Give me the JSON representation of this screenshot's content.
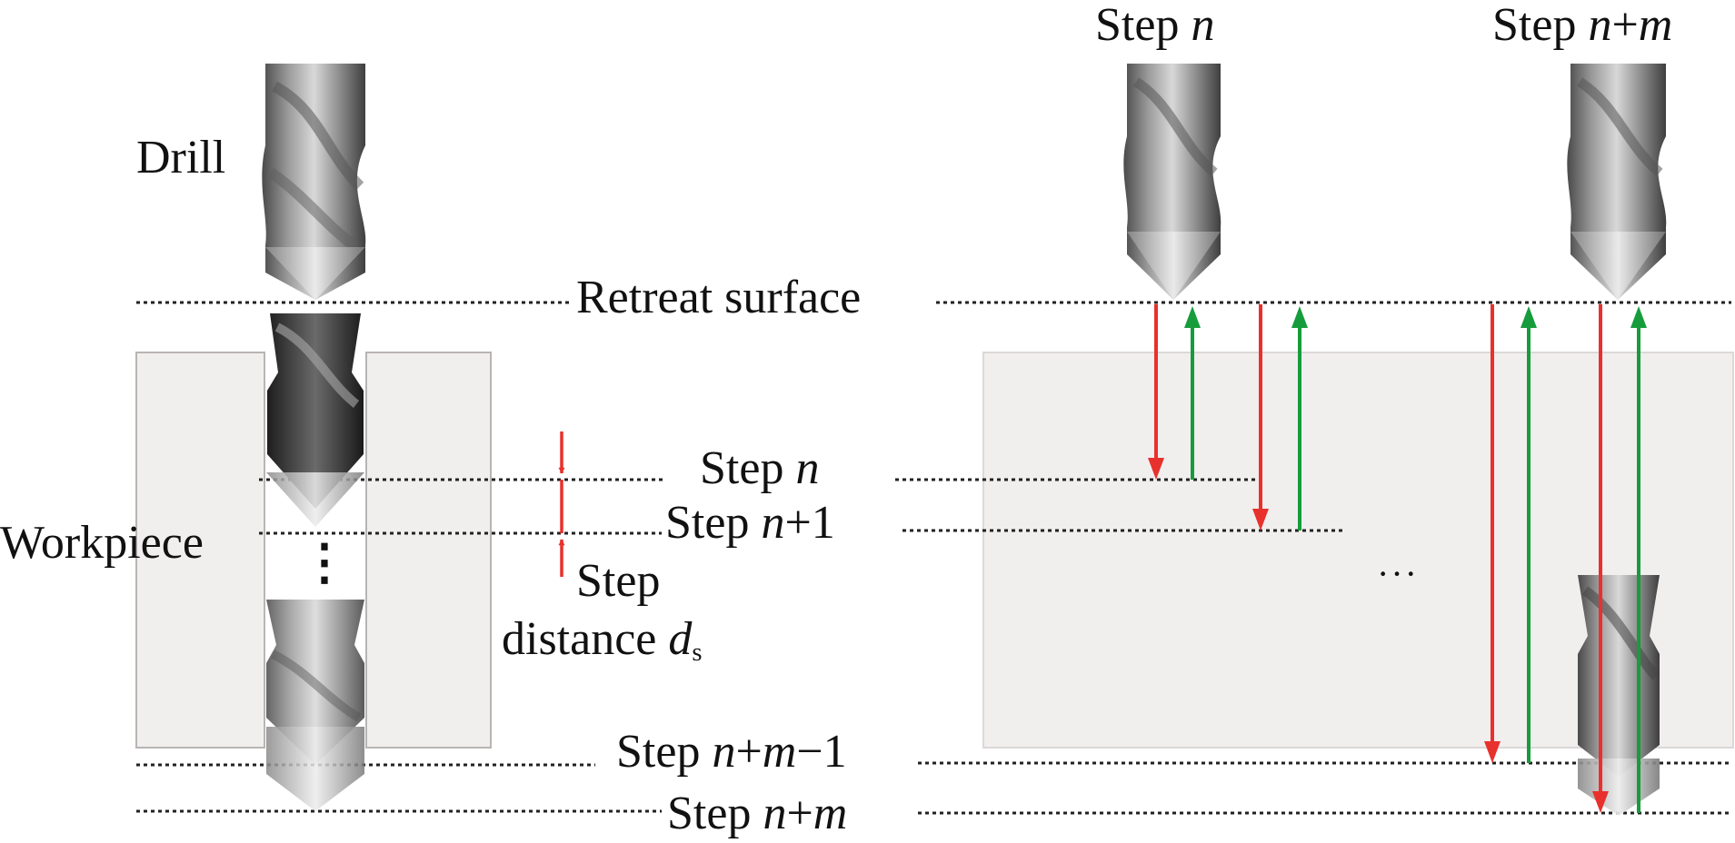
{
  "labels": {
    "drill": "Drill",
    "workpiece": "Workpiece",
    "retreat_surface": "Retreat surface",
    "step_word": "Step",
    "distance_word": "distance",
    "dots_vertical": "⋮",
    "dots_horizontal": "···",
    "var_n": "n",
    "var_m": "m",
    "var_d": "d",
    "sub_s": "s",
    "plus": "+",
    "minus": "−",
    "one": "1"
  },
  "colors": {
    "drill_dark": "#3a3a3a",
    "drill_mid": "#8a8a8a",
    "drill_light": "#cfcfcf",
    "workpiece_fill": "#f1eeee",
    "workpiece_stroke": "#b9b4b4",
    "down_arrow": "#e8312c",
    "up_arrow": "#169c3c",
    "dotted_line": "#222222"
  },
  "icons": [
    "drill-icon",
    "down-arrow-icon",
    "up-arrow-icon",
    "vertical-ellipsis-icon",
    "horizontal-ellipsis-icon"
  ]
}
